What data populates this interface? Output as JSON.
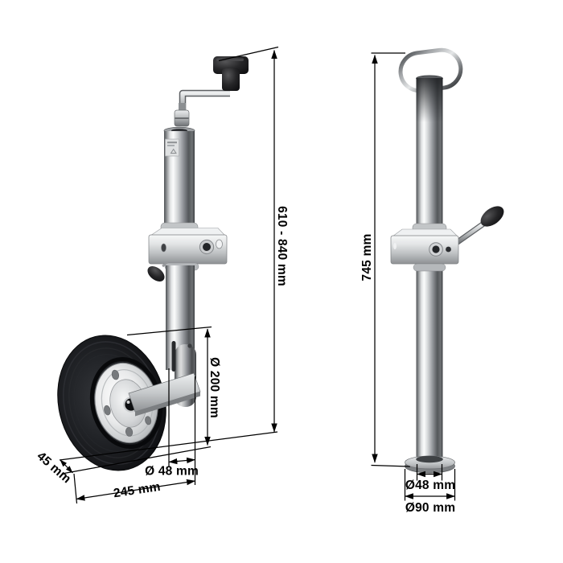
{
  "figure": {
    "kind": "product-dimension-diagram",
    "background_color": "#ffffff",
    "dimension_line_color": "#000000",
    "metal_light_color": "#f2f3f4",
    "metal_dark_color": "#4a4d50",
    "tire_color": "#131417",
    "plastic_color": "#111112"
  },
  "jockey_wheel": {
    "dimensions": {
      "height_range": "610 - 840 mm",
      "wheel_diameter": "Ø 200 mm",
      "wheel_width": "45 mm",
      "tube_diameter": "Ø 48 mm",
      "overall_length": "245 mm"
    }
  },
  "prop_stand": {
    "dimensions": {
      "height": "745 mm",
      "tube_diameter": "Ø48 mm",
      "foot_diameter": "Ø90 mm"
    }
  }
}
